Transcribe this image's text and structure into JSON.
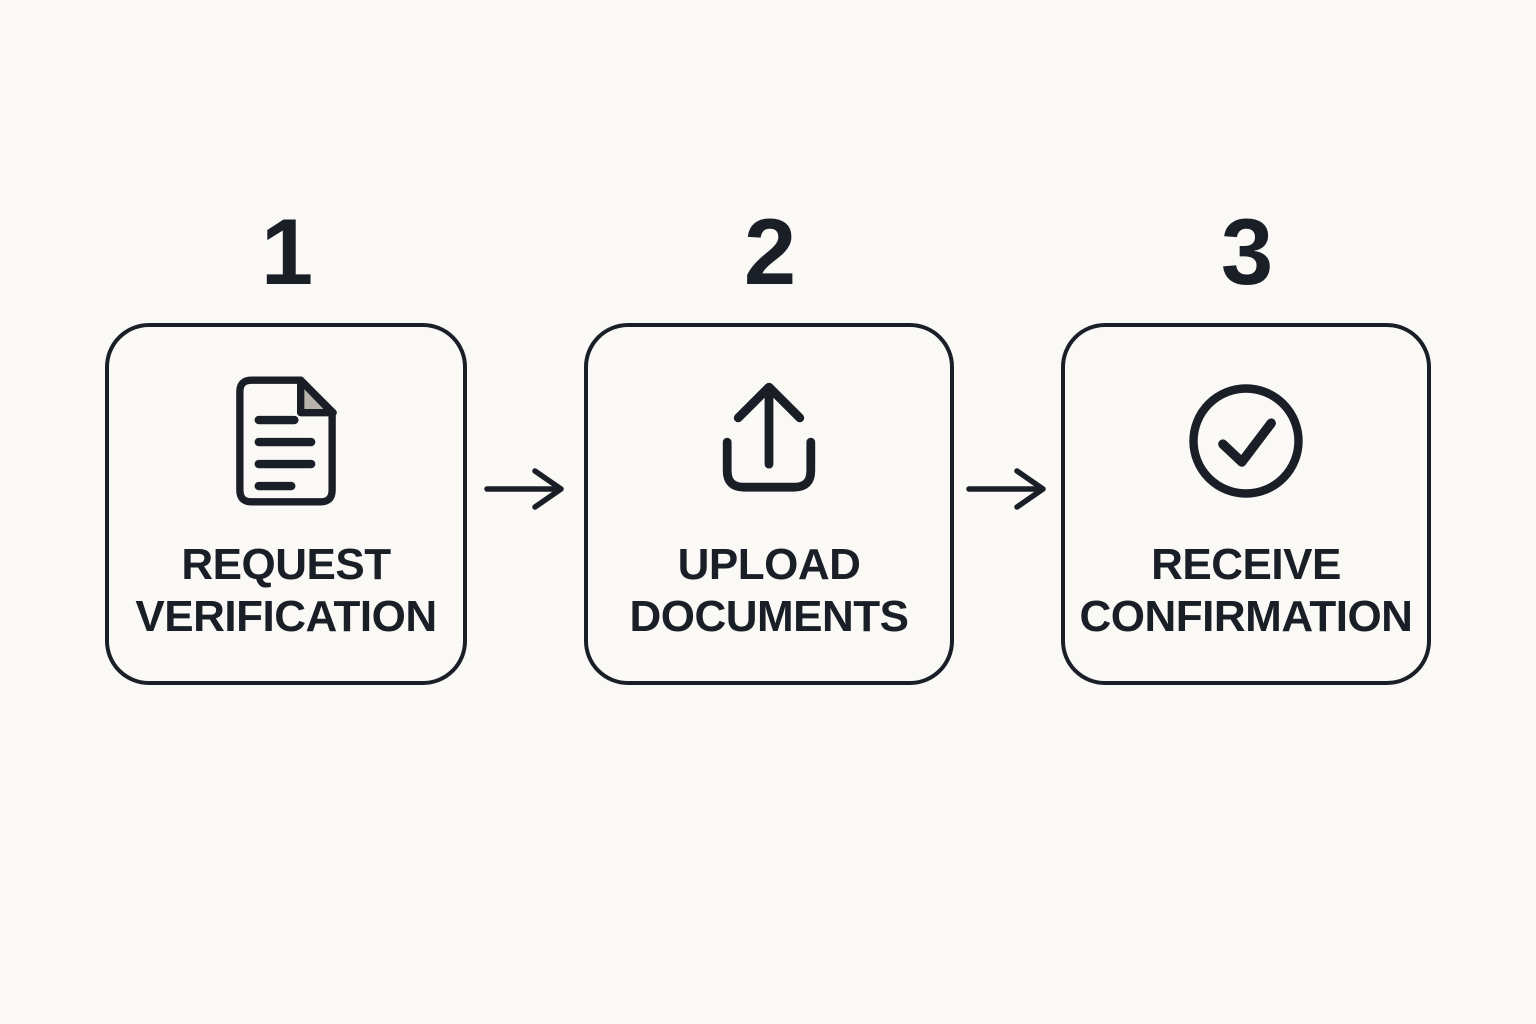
{
  "theme": {
    "bg": "#faf9f6",
    "ink": "#1a1f27",
    "fold": "#b8b3ab"
  },
  "steps": [
    {
      "number": "1",
      "icon": "document-icon",
      "label_lines": [
        "REQUEST",
        "VERIFICATION"
      ]
    },
    {
      "number": "2",
      "icon": "upload-icon",
      "label_lines": [
        "UPLOAD",
        "DOCUMENTS"
      ]
    },
    {
      "number": "3",
      "icon": "check-circle-icon",
      "label_lines": [
        "RECEIVE",
        "CONFIRMATION"
      ]
    }
  ],
  "connector": "right-arrow"
}
